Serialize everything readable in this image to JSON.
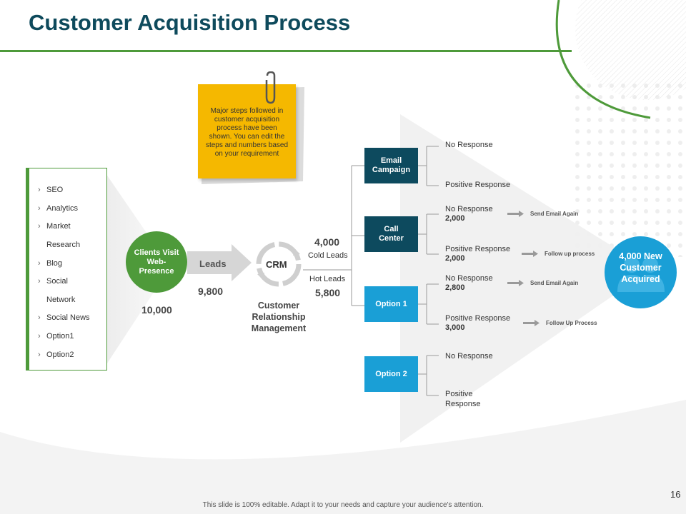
{
  "header": {
    "title": "Customer Acquisition Process"
  },
  "sources": {
    "items": [
      {
        "label": "SEO",
        "bullet": true
      },
      {
        "label": "Analytics",
        "bullet": true
      },
      {
        "label": "Market",
        "bullet": true
      },
      {
        "label": "Research",
        "bullet": false
      },
      {
        "label": "Blog",
        "bullet": true
      },
      {
        "label": "Social",
        "bullet": true
      },
      {
        "label": "Network",
        "bullet": false
      },
      {
        "label": "Social News",
        "bullet": true
      },
      {
        "label": "Option1",
        "bullet": true
      },
      {
        "label": "Option2",
        "bullet": true
      }
    ]
  },
  "note": {
    "text": "Major steps followed in customer acquisition process have been shown. You can edit the steps and numbers based on your requirement"
  },
  "clients": {
    "label": "Clients Visit Web-Presence",
    "count": "10,000"
  },
  "leads": {
    "label": "Leads",
    "count": "9,800"
  },
  "crm": {
    "label": "CRM",
    "caption": "Customer Relationship Management",
    "cold_label": "Cold Leads",
    "cold_count": "4,000",
    "hot_label": "Hot Leads",
    "hot_count": "5,800"
  },
  "channels": [
    {
      "label": "Email Campaign",
      "color": "#0d4a5e",
      "responses": [
        {
          "label": "No Response",
          "count": ""
        },
        {
          "label": "Positive Response",
          "count": ""
        }
      ]
    },
    {
      "label": "Call Center",
      "color": "#0d4a5e",
      "responses": [
        {
          "label": "No Response",
          "count": "2,000",
          "action": "Send Email Again"
        },
        {
          "label": "Positive Response",
          "count": "2,000",
          "action": "Follow up process"
        }
      ]
    },
    {
      "label": "Option 1",
      "color": "#1a9fd6",
      "responses": [
        {
          "label": "No Response",
          "count": "2,800",
          "action": "Send Email Again"
        },
        {
          "label": "Positive Response",
          "count": "3,000",
          "action": "Follow Up Process"
        }
      ]
    },
    {
      "label": "Option 2",
      "color": "#1a9fd6",
      "responses": [
        {
          "label": "No Response",
          "count": ""
        },
        {
          "label": "Positive Response",
          "count": ""
        }
      ]
    }
  ],
  "result": {
    "label": "4,000 New Customer Acquired"
  },
  "footer": {
    "text": "This slide is 100% editable. Adapt it to your needs and capture your audience's attention.",
    "page_number": "16"
  },
  "colors": {
    "green": "#4e9a3a",
    "navy": "#0d4a5e",
    "blue": "#1a9fd6",
    "note_yellow": "#f5b800"
  }
}
